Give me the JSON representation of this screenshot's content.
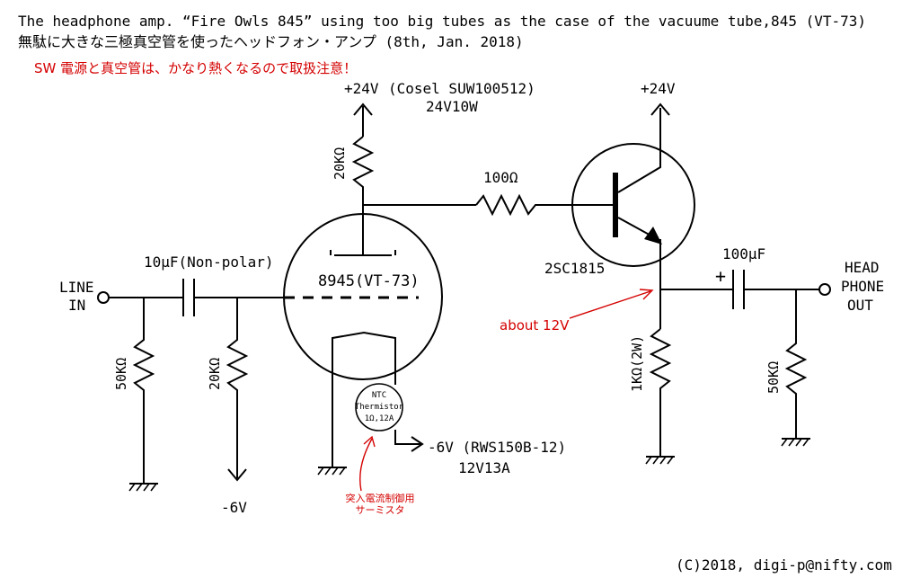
{
  "header": {
    "line1": "The headphone amp. “Fire Owls 845” using too big tubes as the case of the vacuume tube,845 (VT-73)",
    "line2": "無駄に大きな三極真空管を使ったヘッドフォン・アンプ (8th, Jan. 2018)",
    "warning": "SW 電源と真空管は、かなり熱くなるので取扱注意！"
  },
  "labels": {
    "plus24_left": "+24V",
    "cosel": "(Cosel SUW100512)",
    "cosel_rating": "24V10W",
    "r_plate": "20KΩ",
    "r_base": "100Ω",
    "plus24_right": "+24V",
    "transistor": "2SC1815",
    "cap_in": "10μF(Non-polar)",
    "line_in_1": "LINE",
    "line_in_2": "IN",
    "tube": "8945(VT-73)",
    "r_in1": "50KΩ",
    "r_in2": "20KΩ",
    "minus6_left": "-6V",
    "ntc_1": "NTC",
    "ntc_2": "Thermistor",
    "ntc_3": "1Ω,12A",
    "minus6_ps": "-6V (RWS150B-12)",
    "ps_rating": "12V13A",
    "inrush_1": "突入電流制御用",
    "inrush_2": "サーミスタ",
    "about12v": "about 12V",
    "r_emitter": "1KΩ(2W)",
    "cap_out": "100μF",
    "cap_plus": "+",
    "r_out": "50KΩ",
    "out_1": "HEAD",
    "out_2": "PHONE",
    "out_3": "OUT"
  },
  "footer": {
    "copyright": "(C)2018, digi-p@nifty.com"
  }
}
